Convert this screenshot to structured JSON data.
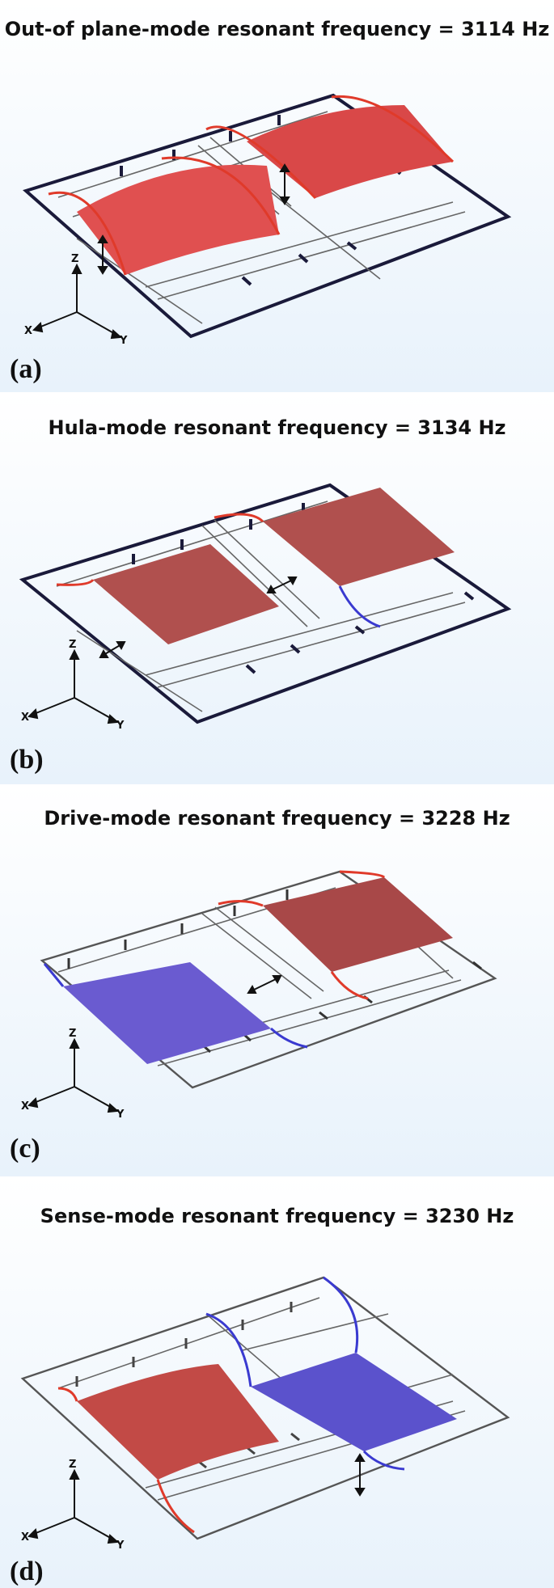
{
  "panels": [
    {
      "id": "a",
      "title": "Out-of plane-mode resonant frequency = 3114 Hz",
      "label": "(a)",
      "mode": "out-of-plane",
      "left_mass_color": "#e05050",
      "right_mass_color": "#d94848"
    },
    {
      "id": "b",
      "title": "Hula-mode resonant frequency = 3134 Hz",
      "label": "(b)",
      "mode": "hula",
      "left_mass_color": "#b0504e",
      "right_mass_color": "#b0504e"
    },
    {
      "id": "c",
      "title": "Drive-mode resonant frequency = 3228 Hz",
      "label": "(c)",
      "mode": "drive",
      "left_mass_color": "#6a5bd0",
      "right_mass_color": "#a84848"
    },
    {
      "id": "d",
      "title": "Sense-mode resonant frequency = 3230 Hz",
      "label": "(d)",
      "mode": "sense",
      "left_mass_color": "#c24a46",
      "right_mass_color": "#5b52cc"
    }
  ],
  "axes": {
    "z": "Z",
    "x": "X",
    "y": "Y"
  },
  "colors": {
    "background_gradient_top": "#ffffff",
    "background_gradient_bottom": "#eaf3fb",
    "frame_dark": "#1a1a3a",
    "frame_gray": "#555555",
    "spring_red": "#e03a2a",
    "spring_blue": "#3a3ad0"
  }
}
